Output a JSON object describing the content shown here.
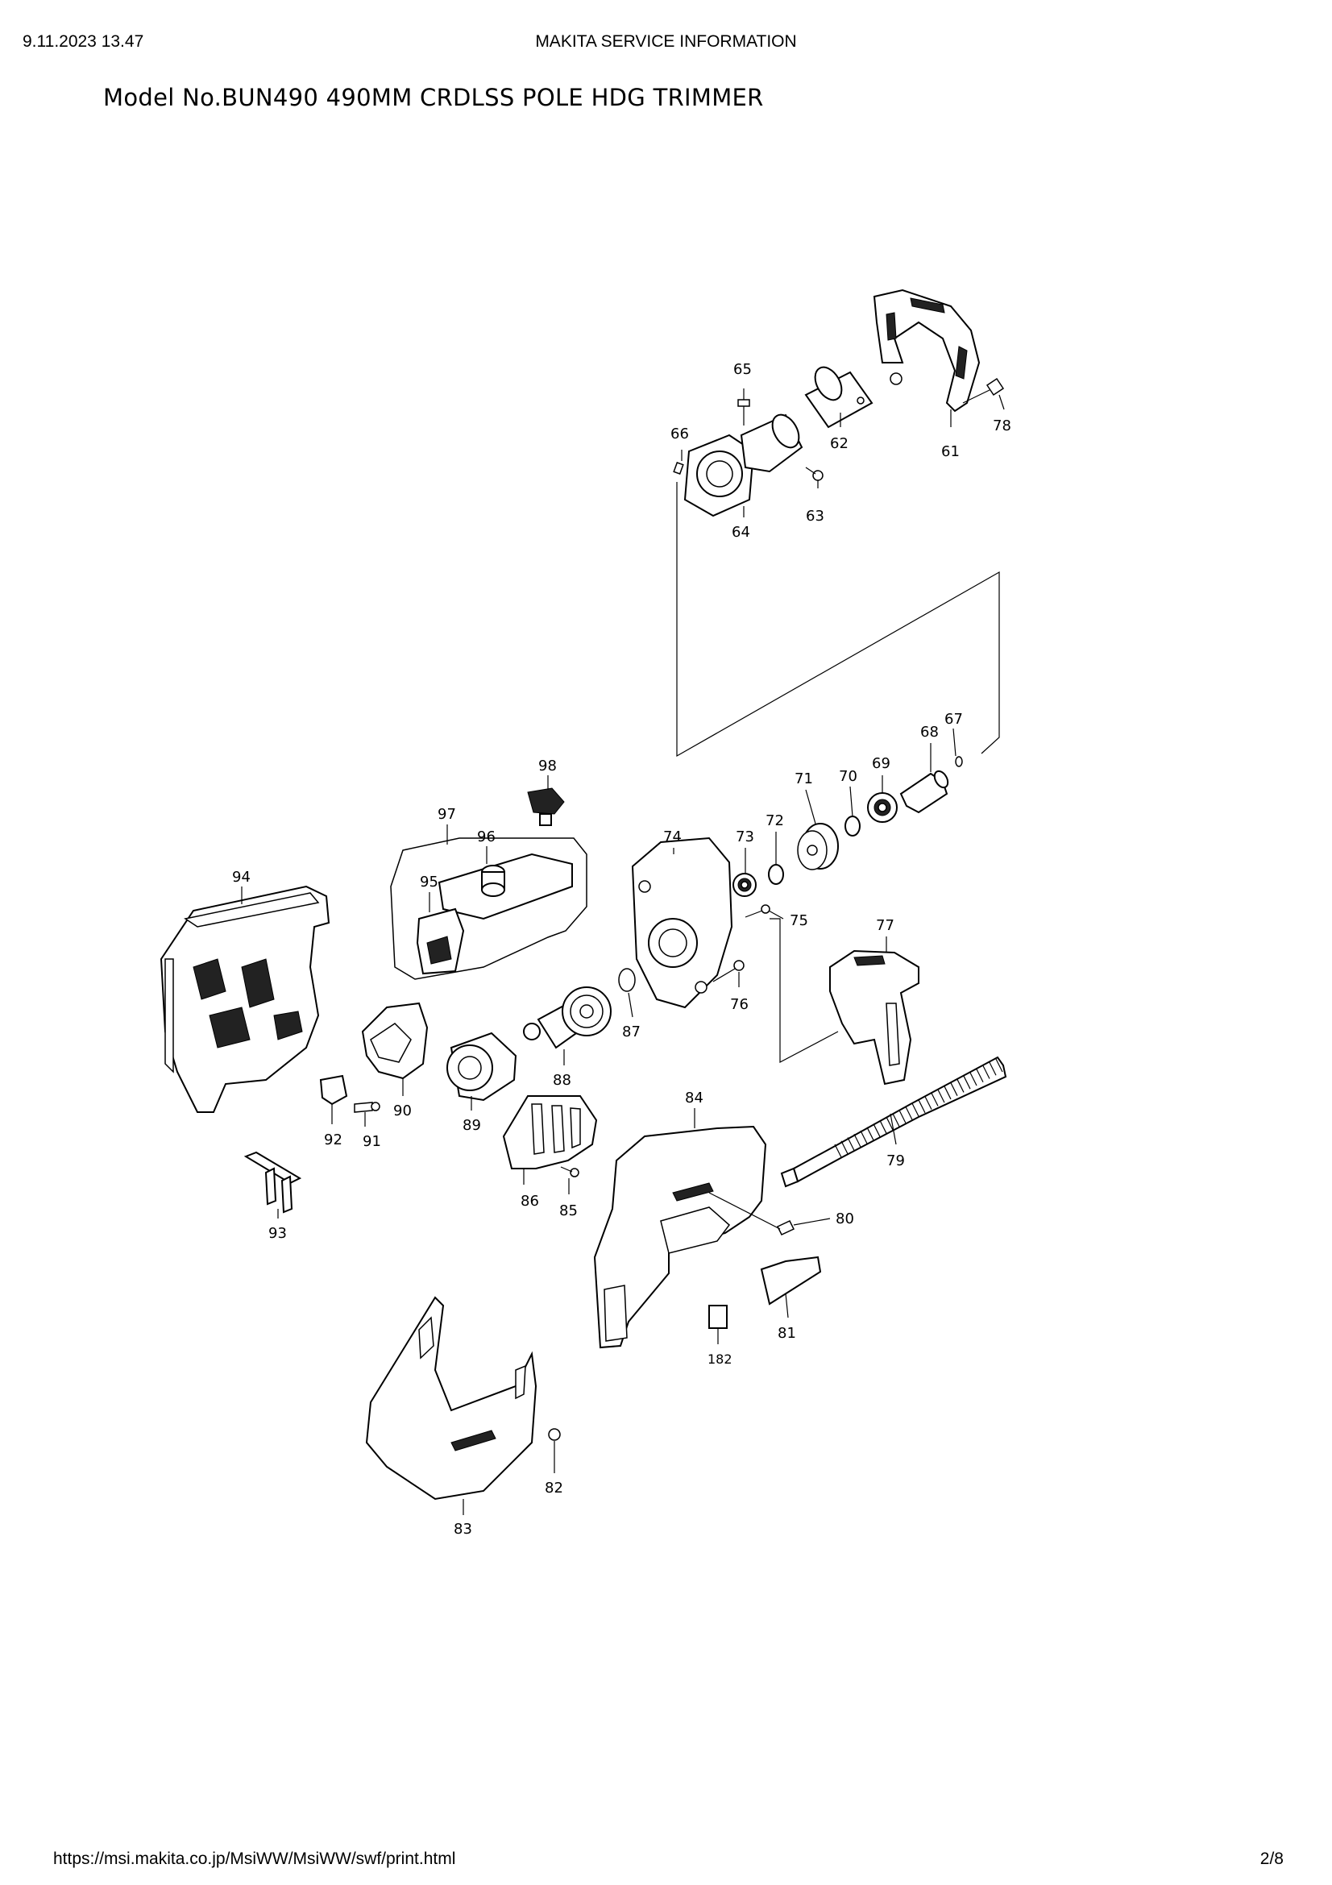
{
  "header": {
    "timestamp": "9.11.2023 13.47",
    "center_title": "MAKITA SERVICE INFORMATION"
  },
  "model_title": "Model No.BUN490 490MM CRDLSS POLE HDG TRIMMER",
  "footer": {
    "url": "https://msi.makita.co.jp/MsiWW/MsiWW/swf/print.html",
    "page": "2/8"
  },
  "parts": {
    "p61": "61",
    "p62": "62",
    "p63": "63",
    "p64": "64",
    "p65": "65",
    "p66": "66",
    "p67": "67",
    "p68": "68",
    "p69": "69",
    "p70": "70",
    "p71": "71",
    "p72": "72",
    "p73": "73",
    "p74": "74",
    "p75": "75",
    "p76": "76",
    "p77": "77",
    "p78": "78",
    "p79": "79",
    "p80": "80",
    "p81": "81",
    "p82": "82",
    "p83": "83",
    "p84": "84",
    "p85": "85",
    "p86": "86",
    "p87": "87",
    "p88": "88",
    "p89": "89",
    "p90": "90",
    "p91": "91",
    "p92": "92",
    "p93": "93",
    "p94": "94",
    "p95": "95",
    "p96": "96",
    "p97": "97",
    "p98": "98",
    "p182": "182"
  }
}
